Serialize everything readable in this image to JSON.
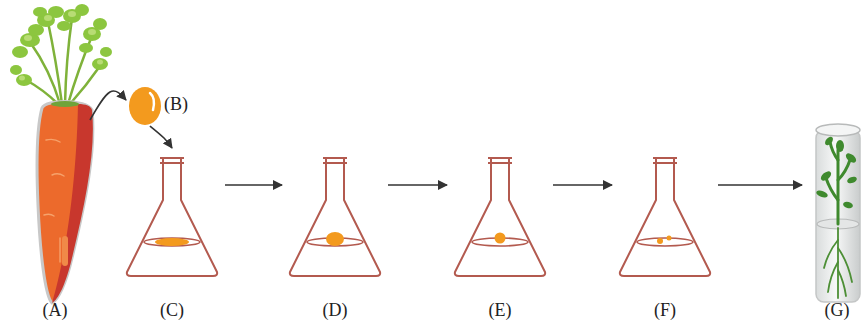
{
  "diagram": {
    "nodes": [
      {
        "text": [
          "(A)"
        ]
      },
      {
        "text": [
          "(B)"
        ]
      },
      {
        "text": [
          "(C)"
        ]
      },
      {
        "text": [
          "(D)"
        ]
      },
      {
        "text": [
          "(E)"
        ]
      },
      {
        "text": [
          "(F)"
        ]
      },
      {
        "text": [
          "(G)"
        ]
      }
    ],
    "edges": [
      {
        "from": 0,
        "to": 1,
        "arrow": "to"
      },
      {
        "from": 1,
        "to": 2,
        "arrow": "to"
      },
      {
        "from": 2,
        "to": 3,
        "arrow": "to"
      },
      {
        "from": 3,
        "to": 4,
        "arrow": "to"
      },
      {
        "from": 4,
        "to": 5,
        "arrow": "to"
      },
      {
        "from": 5,
        "to": 6,
        "arrow": "to"
      }
    ]
  }
}
